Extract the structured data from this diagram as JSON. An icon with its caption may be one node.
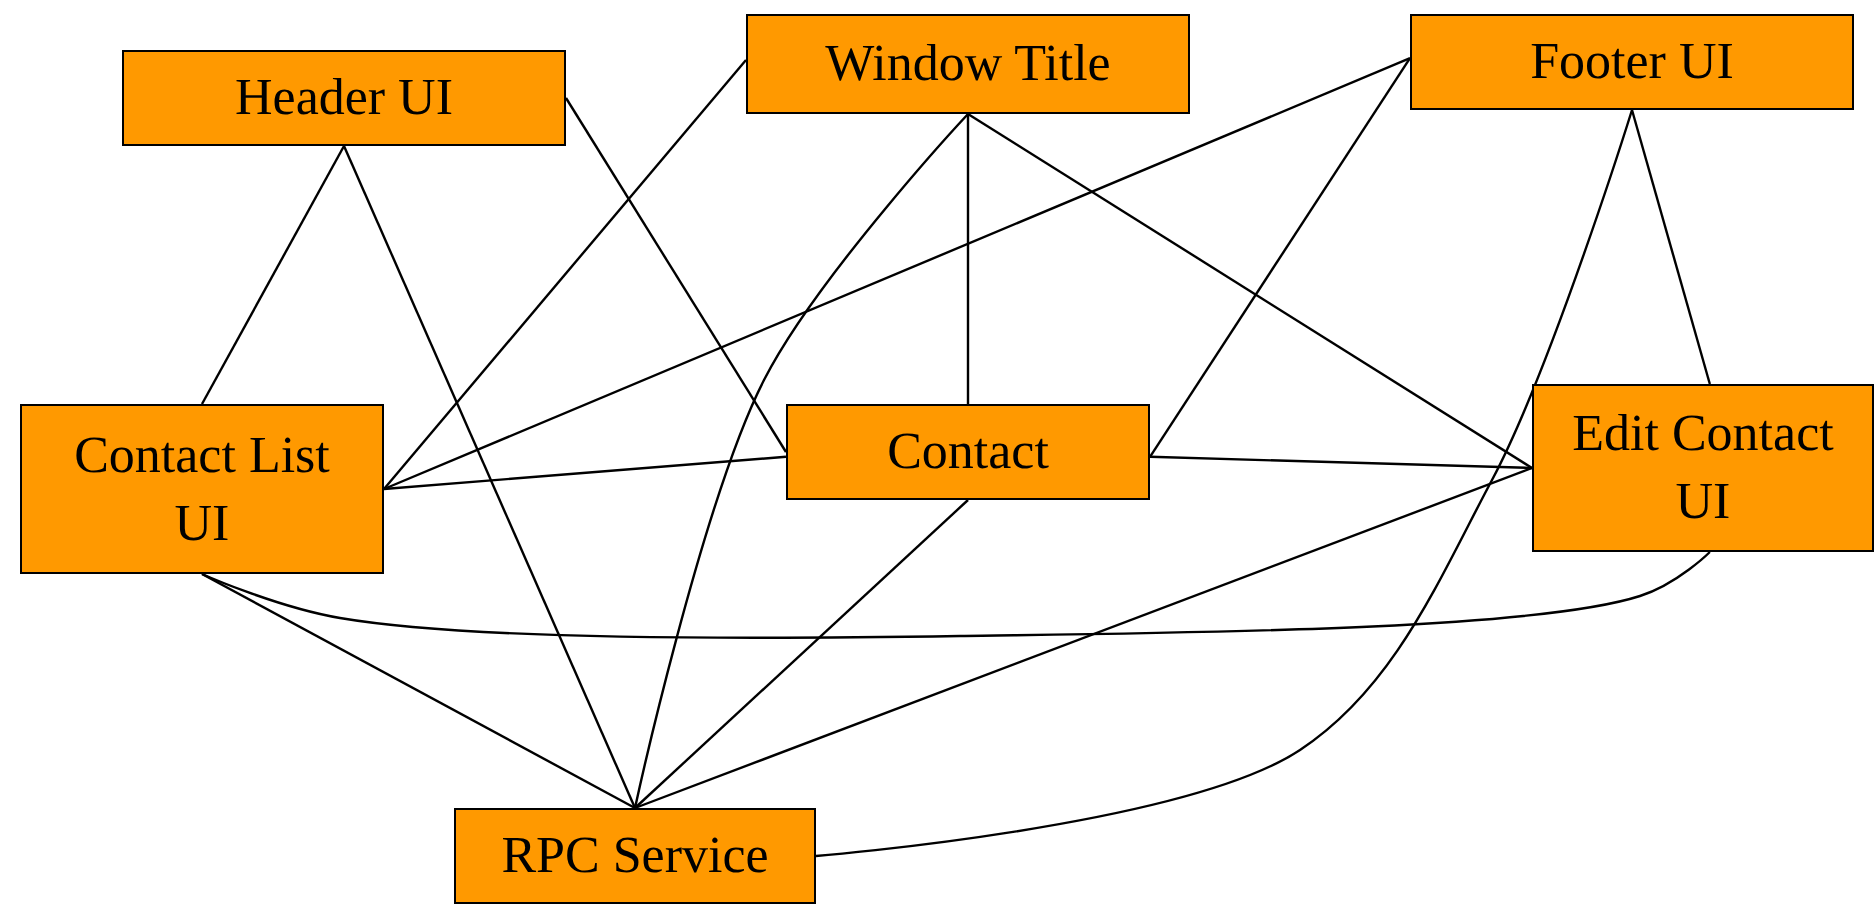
{
  "diagram": {
    "nodes": [
      {
        "text": [
          "Header UI"
        ]
      },
      {
        "text": [
          "Window Title"
        ]
      },
      {
        "text": [
          "Footer UI"
        ]
      },
      {
        "text": [
          "Contact List UI"
        ]
      },
      {
        "text": [
          "Contact"
        ]
      },
      {
        "text": [
          "Edit Contact UI"
        ]
      },
      {
        "text": [
          "RPC Service"
        ]
      }
    ],
    "edges": [
      {
        "from": 0,
        "to": 3,
        "arrow": "none"
      },
      {
        "from": 0,
        "to": 6,
        "arrow": "none"
      },
      {
        "from": 0,
        "to": 4,
        "arrow": "none"
      },
      {
        "from": 1,
        "to": 3,
        "arrow": "none"
      },
      {
        "from": 1,
        "to": 4,
        "arrow": "none"
      },
      {
        "from": 1,
        "to": 6,
        "arrow": "none"
      },
      {
        "from": 1,
        "to": 5,
        "arrow": "none"
      },
      {
        "from": 2,
        "to": 3,
        "arrow": "none"
      },
      {
        "from": 2,
        "to": 4,
        "arrow": "none"
      },
      {
        "from": 2,
        "to": 5,
        "arrow": "none"
      },
      {
        "from": 2,
        "to": 6,
        "arrow": "none"
      },
      {
        "from": 3,
        "to": 4,
        "arrow": "none"
      },
      {
        "from": 3,
        "to": 6,
        "arrow": "none"
      },
      {
        "from": 3,
        "to": 5,
        "arrow": "none"
      },
      {
        "from": 4,
        "to": 5,
        "arrow": "none"
      },
      {
        "from": 4,
        "to": 6,
        "arrow": "none"
      },
      {
        "from": 5,
        "to": 6,
        "arrow": "none"
      }
    ]
  }
}
